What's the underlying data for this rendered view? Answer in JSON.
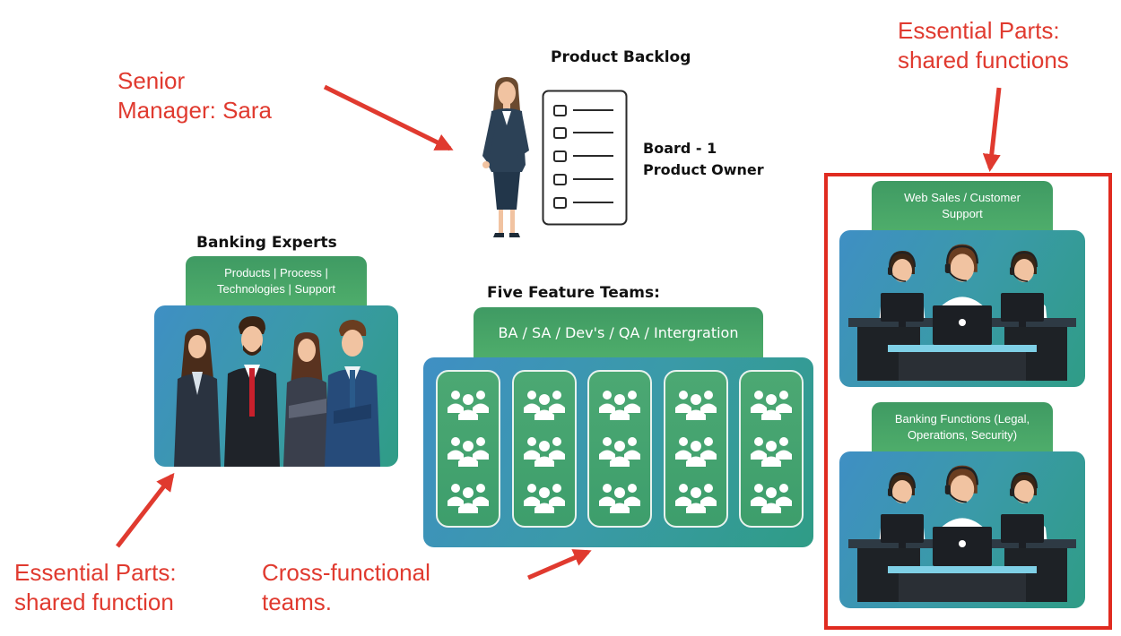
{
  "annotations": {
    "senior_manager": [
      "Senior",
      "Manager: Sara"
    ],
    "essential_top": [
      "Essential Parts:",
      "shared functions"
    ],
    "essential_left": [
      "Essential Parts:",
      "shared function"
    ],
    "cross_functional": [
      "Cross-functional",
      "teams."
    ]
  },
  "product_backlog": {
    "title": "Product Backlog",
    "board_line1": "Board - 1",
    "board_line2": "Product Owner"
  },
  "banking_experts": {
    "title": "Banking Experts",
    "tab_line1": "Products | Process |",
    "tab_line2": "Technologies | Support"
  },
  "feature_teams": {
    "title": "Five Feature Teams:",
    "tab": "BA / SA / Dev's / QA / Intergration",
    "columns": 5,
    "groups_per_column": 3
  },
  "web_sales": {
    "tab_line1": "Web Sales / Customer",
    "tab_line2": "Support"
  },
  "banking_functions": {
    "tab_line1": "Banking Functions (Legal,",
    "tab_line2": "Operations, Security)"
  },
  "colors": {
    "annotation_red": "#e03a2f",
    "tab_green": "#4fae6b",
    "panel_blue": "#3f8fc4"
  }
}
